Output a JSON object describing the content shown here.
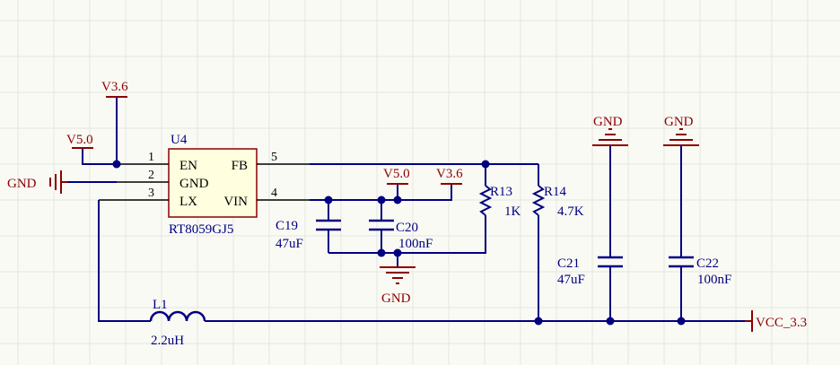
{
  "colors": {
    "background": "#fafaf5",
    "wire": "#000080",
    "power_symbol": "#8b0000",
    "ic_fill": "#ffffe0",
    "ic_outline": "#8b0000"
  },
  "u4": {
    "designator": "U4",
    "part": "RT8059GJ5",
    "pins": {
      "en": {
        "num": "1",
        "name": "EN"
      },
      "gnd": {
        "num": "2",
        "name": "GND"
      },
      "lx": {
        "num": "3",
        "name": "LX"
      },
      "fb": {
        "num": "5",
        "name": "FB"
      },
      "vin": {
        "num": "4",
        "name": "VIN"
      }
    }
  },
  "power_ports": {
    "v36_top": "V3.6",
    "v50_left": "V5.0",
    "gnd_left": "GND",
    "v50_mid": "V5.0",
    "v36_mid": "V3.6",
    "gnd_bottom": "GND",
    "gnd_c21": "GND",
    "gnd_c22": "GND",
    "vcc_out": "VCC_3.3"
  },
  "components": {
    "c19": {
      "designator": "C19",
      "value": "47uF"
    },
    "c20": {
      "designator": "C20",
      "value": "100nF"
    },
    "r13": {
      "designator": "R13",
      "value": "1K"
    },
    "r14": {
      "designator": "R14",
      "value": "4.7K"
    },
    "c21": {
      "designator": "C21",
      "value": "47uF"
    },
    "c22": {
      "designator": "C22",
      "value": "100nF"
    },
    "l1": {
      "designator": "L1",
      "value": "2.2uH"
    }
  },
  "icons": [
    "power-bar-icon",
    "ground-icon",
    "capacitor-icon",
    "resistor-icon",
    "inductor-icon",
    "junction-dot-icon"
  ]
}
